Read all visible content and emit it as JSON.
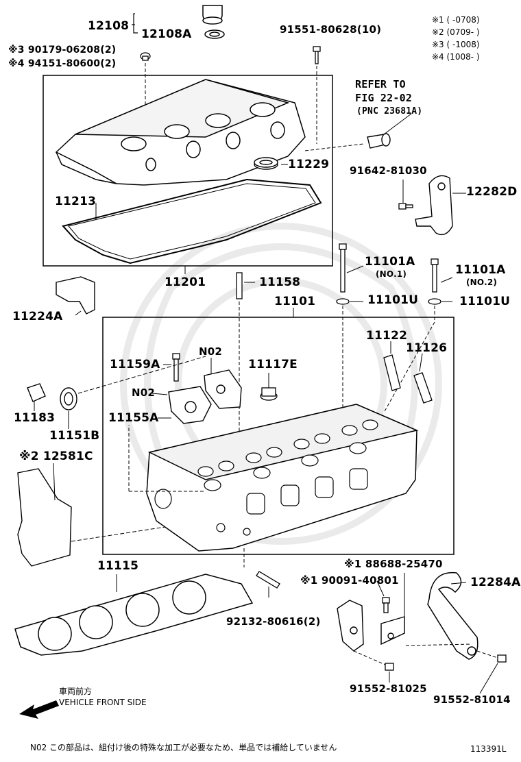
{
  "labels": {
    "p12108": "12108",
    "p12108A": "12108A",
    "p91551": "91551-80628(10)",
    "p90179": "※3 90179-06208(2)",
    "p94151": "※4 94151-80600(2)",
    "refer_line1": "REFER TO",
    "refer_line2": "FIG 22-02",
    "refer_line3": "(PNC 23681A)",
    "p11229": "11229",
    "p91642": "91642-81030",
    "p12282D": "12282D",
    "p11213": "11213",
    "p11201": "11201",
    "p11158": "11158",
    "p11101A_1": "11101A",
    "p11101A_1_sub": "(NO.1)",
    "p11101A_2": "11101A",
    "p11101A_2_sub": "(NO.2)",
    "p11101U_1": "11101U",
    "p11101U_2": "11101U",
    "p11224A": "11224A",
    "p11101": "11101",
    "p11122": "11122",
    "p11126": "11126",
    "p11159A": "11159A",
    "no2_a": "N02",
    "p11117E": "11117E",
    "no2_b": "N02",
    "p11183": "11183",
    "p11155A": "11155A",
    "p11151B": "11151B",
    "p12581C": "※2 12581C",
    "p11115": "11115",
    "p88688": "※1 88688-25470",
    "p90091": "※1 90091-40801",
    "p12284A": "12284A",
    "p92132": "92132-80616(2)",
    "p91552_a": "91552-81025",
    "p91552_b": "91552-81014"
  },
  "date_notes": [
    "※1 (      -0708)",
    "※2 (0709-      )",
    "※3 (      -1008)",
    "※4 (1008-      )"
  ],
  "front": {
    "jp": "車両前方",
    "en": "VEHICLE FRONT SIDE"
  },
  "footnote": "N02 この部品は、組付け後の特殊な加工が必要なため、単品では補給していません",
  "figure_id": "113391L"
}
